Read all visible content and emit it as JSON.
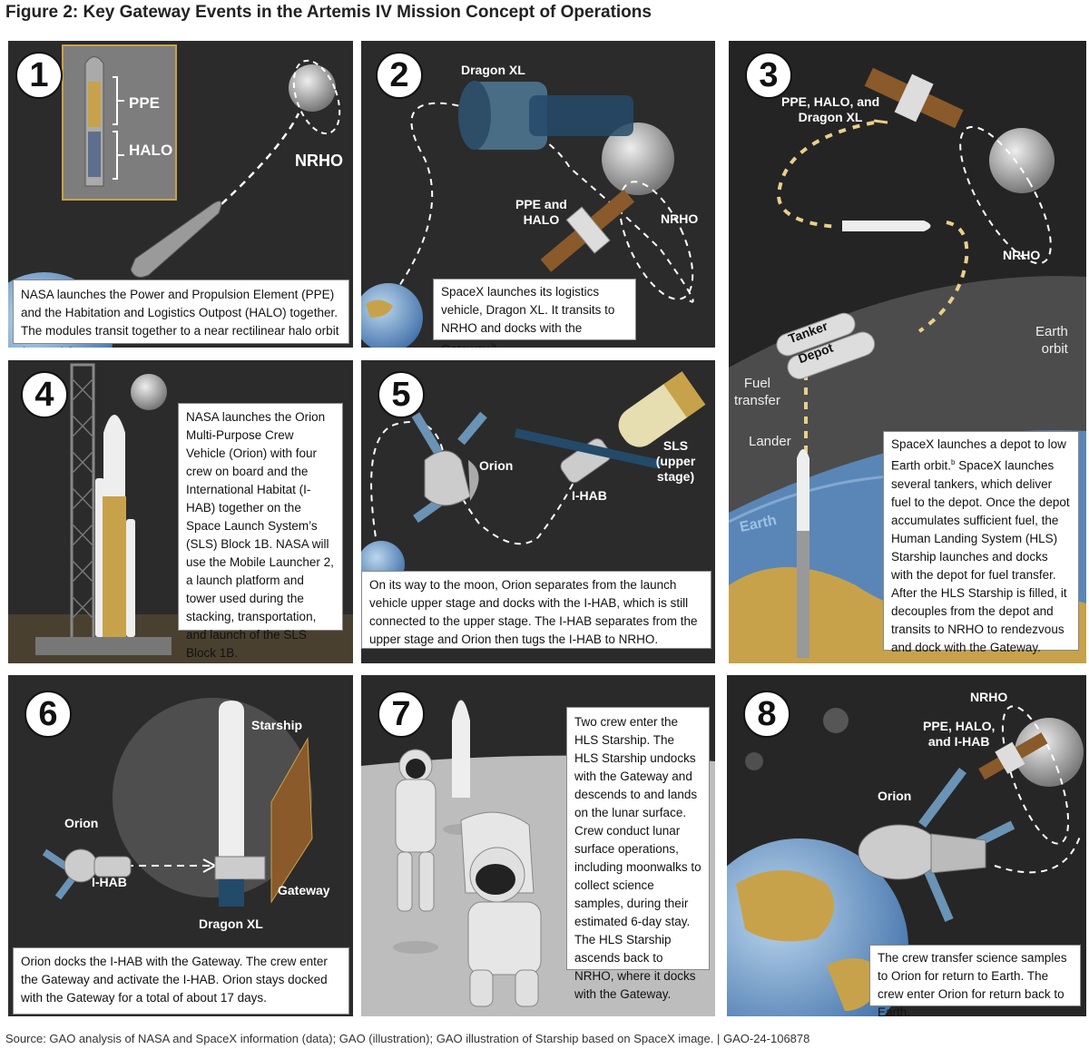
{
  "figure_title": "Figure 2: Key Gateway Events in the Artemis IV Mission Concept of Operations",
  "source_note": "Source: GAO analysis of NASA and SpaceX information (data); GAO (illustration); GAO illustration of Starship based on SpaceX image.  |  GAO-24-106878",
  "panels": [
    {
      "number": "1",
      "labels": {
        "ppe": "PPE",
        "halo": "HALO",
        "nrho": "NRHO"
      },
      "caption": "NASA launches the Power and Propulsion Element (PPE) and the Habitation and Logistics Outpost (HALO) together. The modules transit together to a near rectilinear halo orbit (NRHO).",
      "footnote": "a"
    },
    {
      "number": "2",
      "labels": {
        "dragon_xl": "Dragon XL",
        "ppe_halo": "PPE and\nHALO",
        "nrho": "NRHO"
      },
      "caption": "SpaceX launches its logistics vehicle, Dragon XL. It transits to NRHO and docks with the Gateway.",
      "footnote": "b"
    },
    {
      "number": "3",
      "labels": {
        "ppe_halo_dragon": "PPE, HALO, and\nDragon XL",
        "nrho": "NRHO",
        "earth_orbit": "Earth\norbit",
        "tanker": "Tanker",
        "depot": "Depot",
        "fuel_transfer": "Fuel\ntransfer",
        "lander": "Lander",
        "earth": "Earth"
      },
      "caption_part1": "SpaceX launches a depot to low Earth orbit.",
      "footnote": "b",
      "caption_part2": " SpaceX launches several tankers, which deliver fuel to the depot. Once the depot accumulates sufficient fuel, the Human Landing System (HLS) Starship launches and docks with the depot for fuel transfer. After the HLS Starship is filled, it decouples from the depot and transits to NRHO to rendezvous and dock with the Gateway."
    },
    {
      "number": "4",
      "caption": "NASA launches the Orion Multi-Purpose Crew Vehicle (Orion) with four crew on board and the International Habitat (I-HAB) together on the Space Launch System’s (SLS) Block 1B. NASA will use the Mobile Launcher 2, a launch platform and tower used during the stacking, transportation, and launch of the SLS Block 1B."
    },
    {
      "number": "5",
      "labels": {
        "orion": "Orion",
        "sls": "SLS\n(upper stage)",
        "ihab": "I-HAB"
      },
      "caption": "On its way to the moon, Orion separates from the launch vehicle upper stage and docks with the I-HAB, which is still connected to the upper stage. The I-HAB separates from the upper stage and Orion then tugs the I-HAB to NRHO."
    },
    {
      "number": "6",
      "labels": {
        "starship": "Starship",
        "orion": "Orion",
        "ihab": "I-HAB",
        "gateway": "Gateway",
        "dragon_xl": "Dragon XL"
      },
      "caption": "Orion docks the I-HAB with the Gateway. The crew enter the Gateway and activate the I-HAB. Orion stays docked with the Gateway for a total of about 17 days."
    },
    {
      "number": "7",
      "caption": "Two crew enter the HLS Starship. The HLS Starship undocks with the Gateway and descends to and lands on the lunar surface. Crew conduct lunar surface operations, including moonwalks to collect science samples, during their estimated 6-day stay. The HLS Starship ascends back to NRHO, where it docks with the Gateway."
    },
    {
      "number": "8",
      "labels": {
        "nrho": "NRHO",
        "ppe_halo_ihab": "PPE, HALO,\nand I-HAB",
        "orion": "Orion"
      },
      "caption": "The crew transfer science samples to Orion for return to Earth. The crew enter Orion for return back to Earth."
    }
  ]
}
